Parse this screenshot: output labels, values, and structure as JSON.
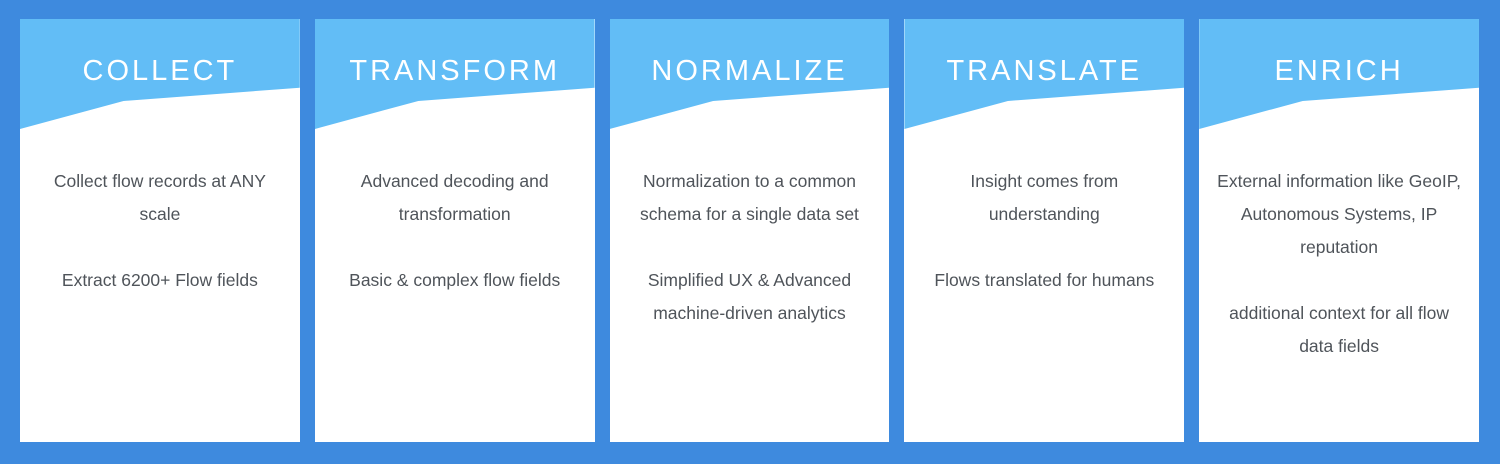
{
  "colors": {
    "page_background": "#3e8ade",
    "card_header_blue": "#62bdf6",
    "card_background": "#ffffff",
    "title_text": "#ffffff",
    "body_text": "#4f545a"
  },
  "cards": [
    {
      "title": "COLLECT",
      "paragraphs": [
        {
          "lines": [
            "Collect flow records at ANY",
            "scale"
          ]
        },
        {
          "lines": [
            "Extract 6200+ Flow fields"
          ]
        }
      ]
    },
    {
      "title": "TRANSFORM",
      "paragraphs": [
        {
          "lines": [
            "Advanced decoding and",
            "transformation"
          ]
        },
        {
          "lines": [
            "Basic & complex flow fields"
          ]
        }
      ]
    },
    {
      "title": "NORMALIZE",
      "paragraphs": [
        {
          "lines": [
            "Normalization to a common",
            "schema for a single data set"
          ]
        },
        {
          "lines": [
            "Simplified UX & Advanced",
            "machine-driven analytics"
          ]
        }
      ]
    },
    {
      "title": "TRANSLATE",
      "paragraphs": [
        {
          "lines": [
            "Insight comes from",
            "understanding"
          ]
        },
        {
          "lines": [
            "Flows translated for humans"
          ]
        }
      ]
    },
    {
      "title": "ENRICH",
      "paragraphs": [
        {
          "lines": [
            "External information like GeoIP,",
            "Autonomous Systems, IP",
            "reputation"
          ]
        },
        {
          "lines": [
            "additional context for all flow",
            "data fields"
          ]
        }
      ]
    }
  ]
}
